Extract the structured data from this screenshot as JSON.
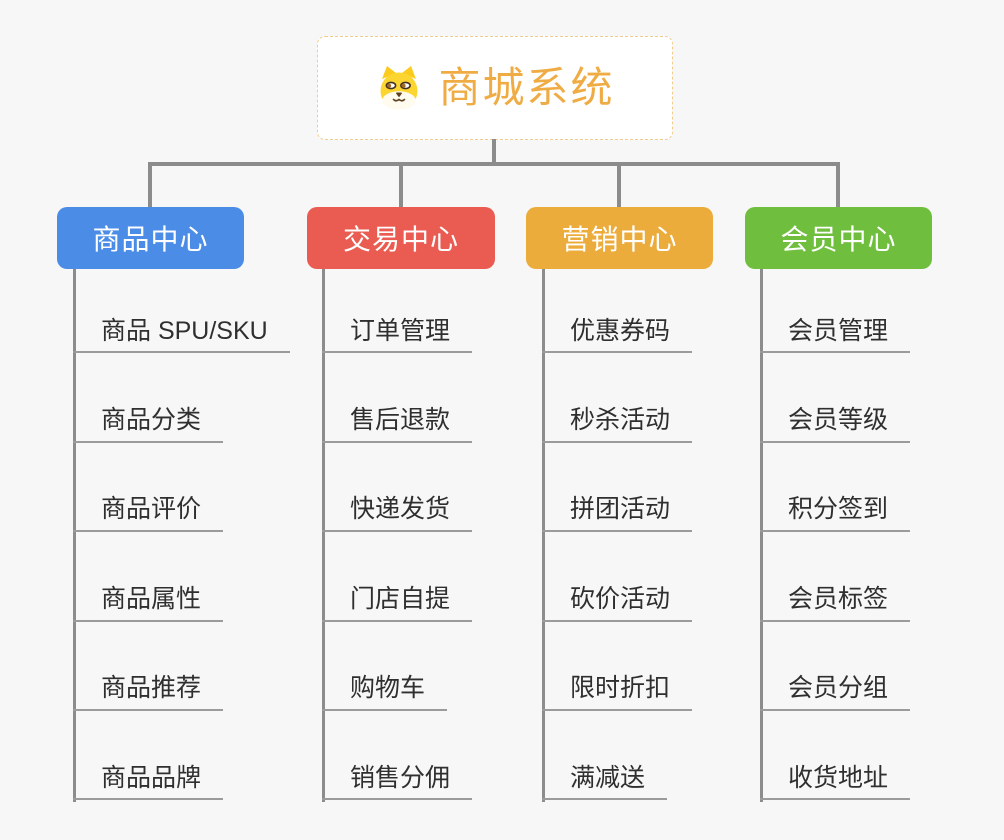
{
  "canvas": {
    "background": "#f7f7f7",
    "connector_color": "#8c8c8c",
    "underline_color": "#9b9b9b"
  },
  "root": {
    "title": "商城系统",
    "icon": "doge-icon",
    "title_color": "#f0ac44",
    "border_color": "#f2cc8e",
    "background": "#ffffff"
  },
  "branches": [
    {
      "label": "商品中心",
      "color": "#4b8de6",
      "items": [
        "商品 SPU/SKU",
        "商品分类",
        "商品评价",
        "商品属性",
        "商品推荐",
        "商品品牌"
      ]
    },
    {
      "label": "交易中心",
      "color": "#ea5b52",
      "items": [
        "订单管理",
        "售后退款",
        "快递发货",
        "门店自提",
        "购物车",
        "销售分佣"
      ]
    },
    {
      "label": "营销中心",
      "color": "#ecac3c",
      "items": [
        "优惠券码",
        "秒杀活动",
        "拼团活动",
        "砍价活动",
        "限时折扣",
        "满减送"
      ]
    },
    {
      "label": "会员中心",
      "color": "#6fbe3e",
      "items": [
        "会员管理",
        "会员等级",
        "积分签到",
        "会员标签",
        "会员分组",
        "收货地址"
      ]
    }
  ]
}
